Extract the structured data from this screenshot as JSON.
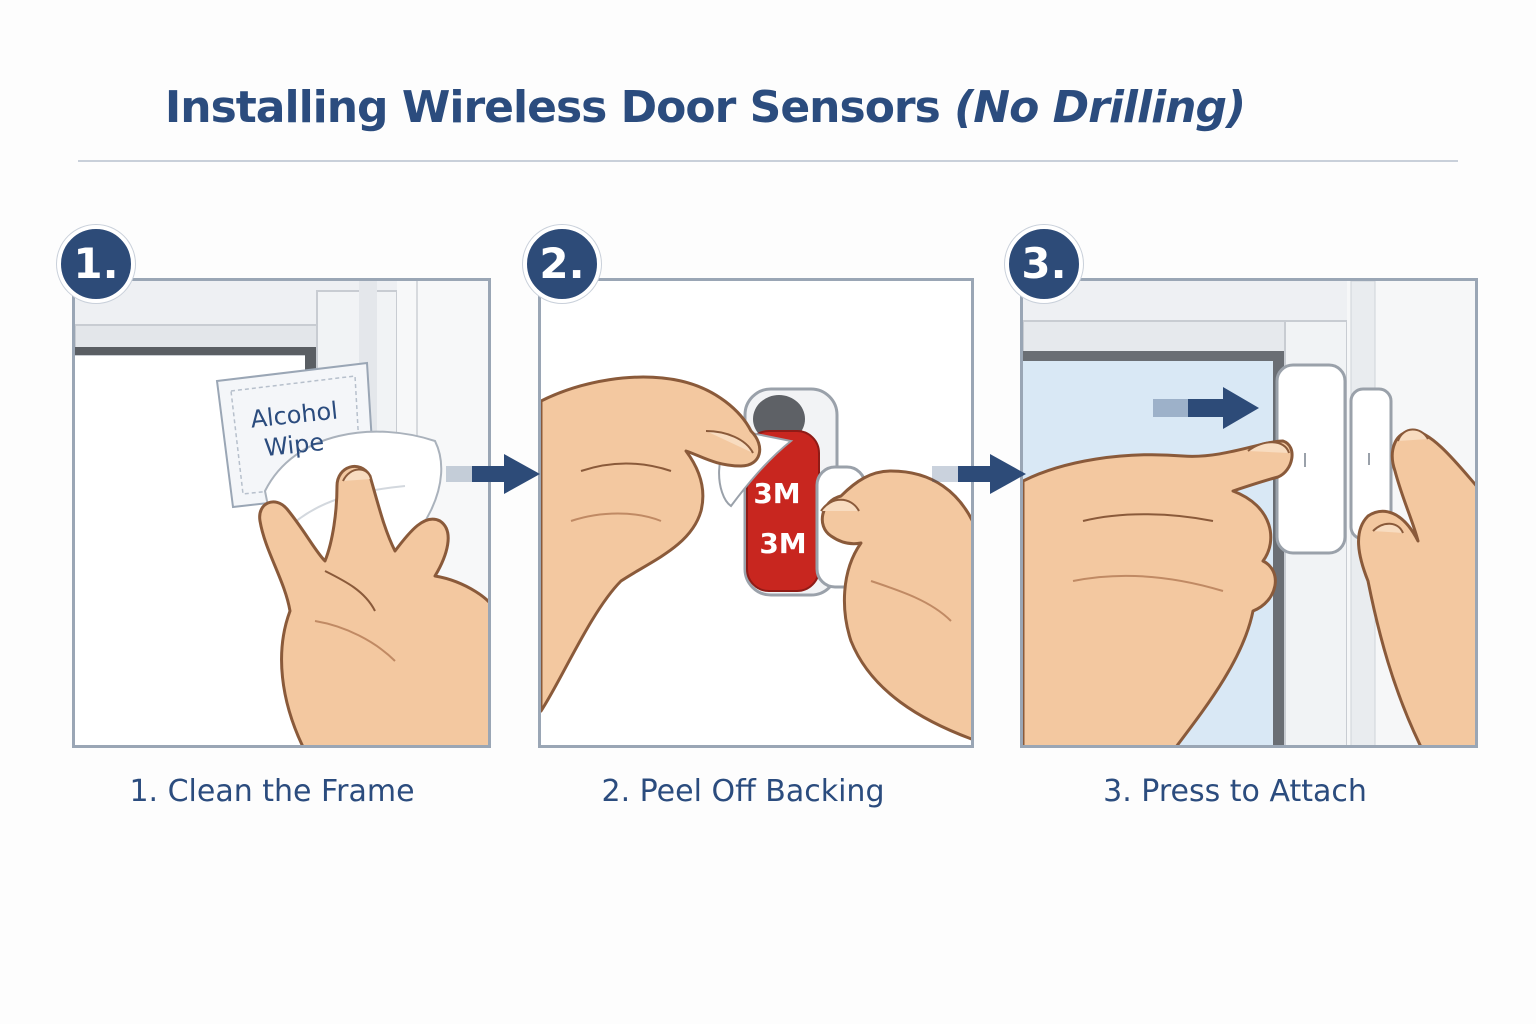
{
  "title": {
    "main": "Installing Wireless Door Sensors",
    "sub": "(No Drilling)"
  },
  "steps": [
    {
      "badge": "1.",
      "caption": "1. Clean the Frame",
      "wipe_label_1": "Alcohol",
      "wipe_label_2": "Wipe"
    },
    {
      "badge": "2.",
      "caption": "2. Peel Off Backing",
      "tape_label_1": "3M",
      "tape_label_2": "3M"
    },
    {
      "badge": "3.",
      "caption": "3. Press to Attach"
    }
  ],
  "colors": {
    "accent": "#2b4c7e",
    "badge": "#2d4b78",
    "panel_border": "#9aa6b5",
    "tape_red": "#c8261f",
    "skin": "#f3c8a0",
    "glass": "#d9e8f5"
  },
  "icons": [
    "arrow-right-icon",
    "alcohol-wipe-icon",
    "door-sensor-icon",
    "hand-icon"
  ]
}
